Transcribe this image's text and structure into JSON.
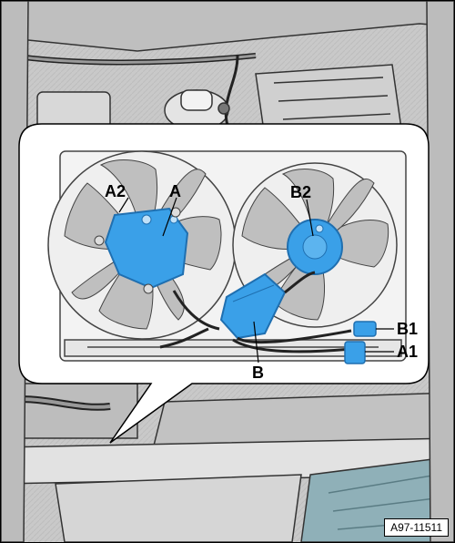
{
  "figure_id": "A97-11511",
  "labels": {
    "A": "A",
    "A1": "A1",
    "A2": "A2",
    "B": "B",
    "B1": "B1",
    "B2": "B2"
  },
  "colors": {
    "highlight": "#3aa0e8",
    "highlight_dark": "#1f6fb0",
    "background_engine": "#c8c8c8",
    "line": "#000000"
  }
}
